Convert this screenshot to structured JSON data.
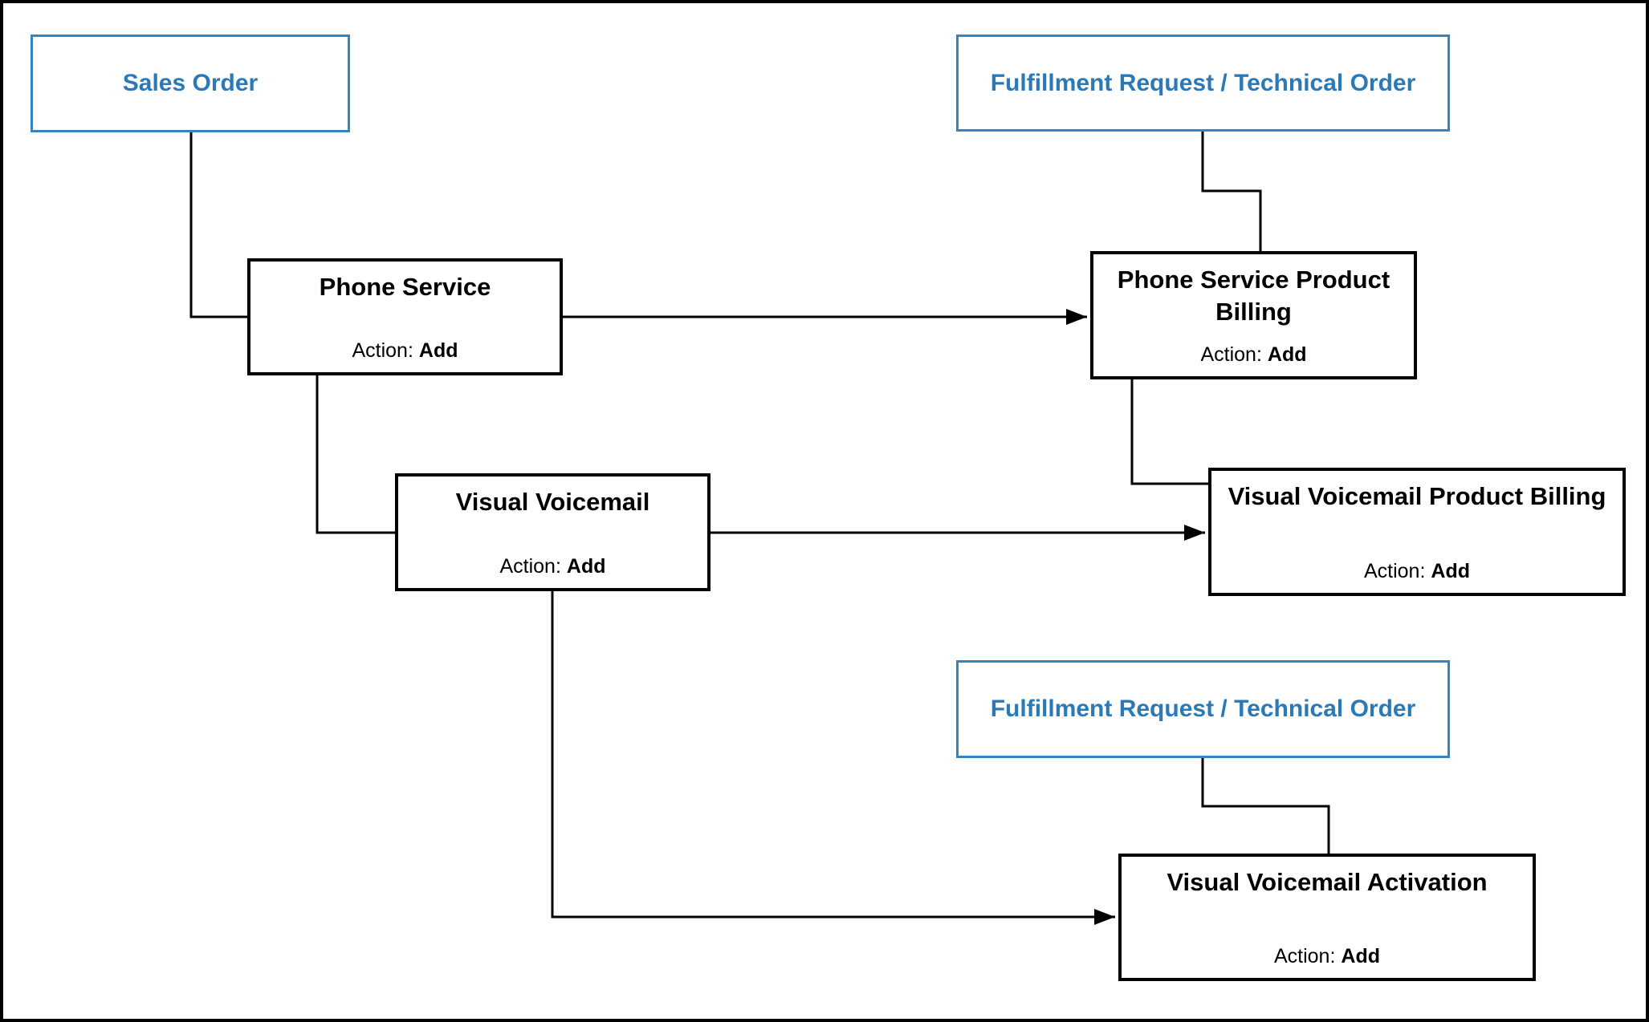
{
  "diagram": {
    "colors": {
      "background": "#ffffff",
      "outer_border": "#000000",
      "blue_border": "#3384c1",
      "blue_text": "#2b79b6",
      "black_node_border": "#000000",
      "connector": "#000000"
    },
    "nodes": {
      "sales_order": {
        "title": "Sales Order"
      },
      "fulfillment_request_top": {
        "title": "Fulfillment Request / Technical Order"
      },
      "phone_service": {
        "title": "Phone Service",
        "action_label": "Action:",
        "action_value": "Add"
      },
      "phone_service_product_billing": {
        "title": "Phone Service Product Billing",
        "action_label": "Action:",
        "action_value": "Add"
      },
      "visual_voicemail": {
        "title": "Visual Voicemail",
        "action_label": "Action:",
        "action_value": "Add"
      },
      "visual_voicemail_product_billing": {
        "title": "Visual Voicemail Product Billing",
        "action_label": "Action:",
        "action_value": "Add"
      },
      "fulfillment_request_bottom": {
        "title": "Fulfillment Request / Technical Order"
      },
      "visual_voicemail_activation": {
        "title": "Visual Voicemail Activation",
        "action_label": "Action:",
        "action_value": "Add"
      }
    }
  }
}
